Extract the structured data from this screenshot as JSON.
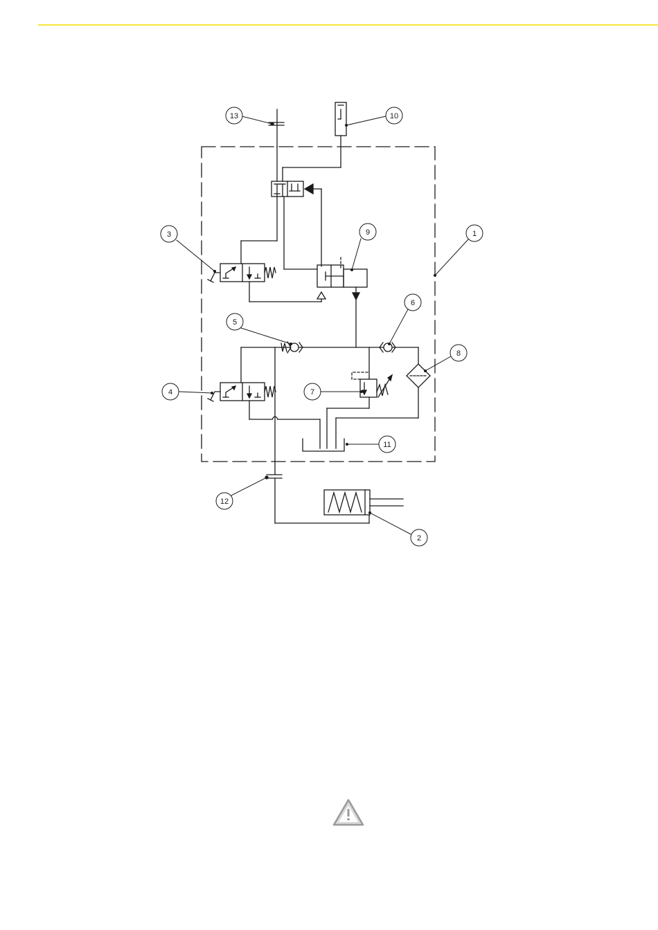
{
  "header": {
    "rule_color": "#f3e73a"
  },
  "callouts": {
    "c1": "1",
    "c2": "2",
    "c3": "3",
    "c4": "4",
    "c5": "5",
    "c6": "6",
    "c7": "7",
    "c8": "8",
    "c9": "9",
    "c10": "10",
    "c11": "11",
    "c12": "12",
    "c13": "13"
  },
  "footer": {
    "warning_icon": "warning-triangle-icon"
  }
}
